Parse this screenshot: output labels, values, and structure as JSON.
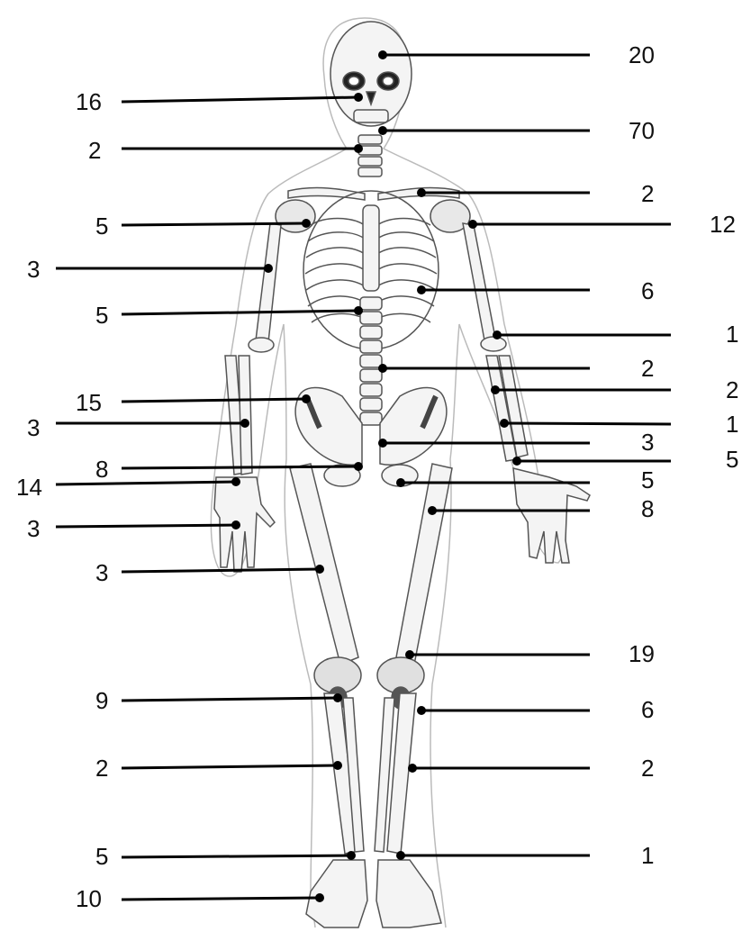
{
  "colors": {
    "line": "#000000",
    "bone": "#f4f4f4",
    "outline": "#555555",
    "silhouette": "#bbbbbb",
    "shade": "#444444"
  },
  "left_labels": [
    "16",
    "2",
    "5",
    "3",
    "5",
    "15",
    "3",
    "8",
    "14",
    "3",
    "3",
    "9",
    "2",
    "5",
    "10"
  ],
  "right_labels": [
    "20",
    "70",
    "2",
    "12",
    "6",
    "1",
    "2",
    "2",
    "1",
    "3",
    "5",
    "5",
    "8",
    "19",
    "6",
    "2",
    "1"
  ]
}
